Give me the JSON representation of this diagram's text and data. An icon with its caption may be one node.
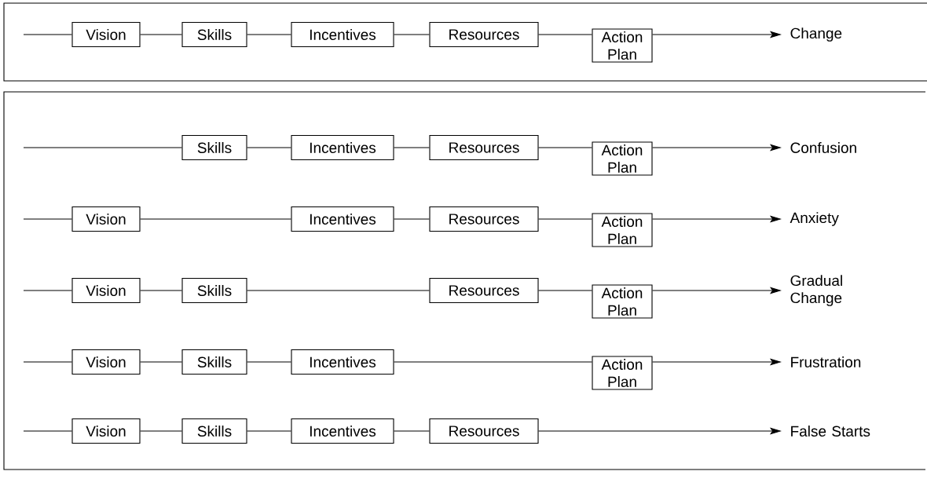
{
  "diagram": {
    "nodes": [
      {
        "text": [
          "Vision"
        ]
      },
      {
        "text": [
          "Skills"
        ]
      },
      {
        "text": [
          "Incentives"
        ]
      },
      {
        "text": [
          "Resources"
        ]
      },
      {
        "text": [
          "Action Plan"
        ]
      },
      {
        "text": [
          "Change"
        ]
      },
      {
        "text": [
          "Skills"
        ]
      },
      {
        "text": [
          "Incentives"
        ]
      },
      {
        "text": [
          "Resources"
        ]
      },
      {
        "text": [
          "Action Plan"
        ]
      },
      {
        "text": [
          "Confusion"
        ]
      },
      {
        "text": [
          "Vision"
        ]
      },
      {
        "text": [
          "Incentives"
        ]
      },
      {
        "text": [
          "Resources"
        ]
      },
      {
        "text": [
          "Action Plan"
        ]
      },
      {
        "text": [
          "Anxiety"
        ]
      },
      {
        "text": [
          "Vision"
        ]
      },
      {
        "text": [
          "Skills"
        ]
      },
      {
        "text": [
          "Resources"
        ]
      },
      {
        "text": [
          "Action Plan"
        ]
      },
      {
        "text": [
          "Gradual Change"
        ]
      },
      {
        "text": [
          "Vision"
        ]
      },
      {
        "text": [
          "Skills"
        ]
      },
      {
        "text": [
          "Incentives"
        ]
      },
      {
        "text": [
          "Action Plan"
        ]
      },
      {
        "text": [
          "Frustration"
        ]
      },
      {
        "text": [
          "Vision"
        ]
      },
      {
        "text": [
          "Skills"
        ]
      },
      {
        "text": [
          "Incentives"
        ]
      },
      {
        "text": [
          "Resources"
        ]
      },
      {
        "text": [
          "False Starts"
        ]
      }
    ],
    "edges": [
      {
        "from": null,
        "to": 0,
        "arrow": "none"
      },
      {
        "from": 0,
        "to": 1,
        "arrow": "none"
      },
      {
        "from": 1,
        "to": 2,
        "arrow": "none"
      },
      {
        "from": 2,
        "to": 3,
        "arrow": "none"
      },
      {
        "from": 3,
        "to": 4,
        "arrow": "none"
      },
      {
        "from": 4,
        "to": 5,
        "arrow": "to"
      },
      {
        "from": null,
        "to": 6,
        "arrow": "none"
      },
      {
        "from": 6,
        "to": 7,
        "arrow": "none"
      },
      {
        "from": 7,
        "to": 8,
        "arrow": "none"
      },
      {
        "from": 8,
        "to": 9,
        "arrow": "none"
      },
      {
        "from": 9,
        "to": 10,
        "arrow": "to"
      },
      {
        "from": null,
        "to": 11,
        "arrow": "none"
      },
      {
        "from": 11,
        "to": 12,
        "arrow": "none"
      },
      {
        "from": 12,
        "to": 13,
        "arrow": "none"
      },
      {
        "from": 13,
        "to": 14,
        "arrow": "none"
      },
      {
        "from": 14,
        "to": 15,
        "arrow": "to"
      },
      {
        "from": null,
        "to": 16,
        "arrow": "none"
      },
      {
        "from": 16,
        "to": 17,
        "arrow": "none"
      },
      {
        "from": 17,
        "to": 18,
        "arrow": "none"
      },
      {
        "from": 18,
        "to": 19,
        "arrow": "none"
      },
      {
        "from": 19,
        "to": 20,
        "arrow": "to"
      },
      {
        "from": null,
        "to": 21,
        "arrow": "none"
      },
      {
        "from": 21,
        "to": 22,
        "arrow": "none"
      },
      {
        "from": 22,
        "to": 23,
        "arrow": "none"
      },
      {
        "from": 23,
        "to": 24,
        "arrow": "none"
      },
      {
        "from": 24,
        "to": 25,
        "arrow": "to"
      },
      {
        "from": null,
        "to": 26,
        "arrow": "none"
      },
      {
        "from": 26,
        "to": 27,
        "arrow": "none"
      },
      {
        "from": 27,
        "to": 28,
        "arrow": "none"
      },
      {
        "from": 28,
        "to": 29,
        "arrow": "none"
      },
      {
        "from": 29,
        "to": 30,
        "arrow": "to"
      }
    ]
  }
}
